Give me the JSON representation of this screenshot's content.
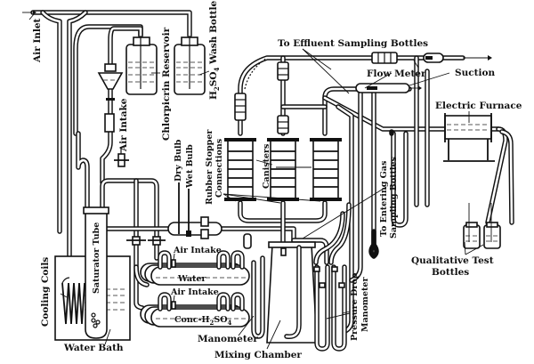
{
  "figure": {
    "type": "apparatus-diagram",
    "labels": {
      "air_inlet": "Air Inlet",
      "chlorpicrin_reservoir": "Chlorpicrin Reservoir",
      "wash_bottle_prefix": "H",
      "wash_bottle_sub1": "2",
      "wash_bottle_mid": "SO",
      "wash_bottle_sub2": "4",
      "wash_bottle_suffix": " Wash Bottle",
      "air_intake_top": "Air Intake",
      "dry_bulb": "Dry Bulb",
      "wet_bulb": "Wet Bulb",
      "rubber_stopper_1": "Rubber Stopper",
      "rubber_stopper_2": "Connections",
      "canisters": "Canisters",
      "effluent": "To Effluent Sampling Bottles",
      "flow_meter": "Flow Meter",
      "suction": "Suction",
      "electric_furnace": "Electric Furnace",
      "entering_gas_1": "To Entering Gas",
      "entering_gas_2": "Sampling Bottles",
      "qualitative_1": "Qualitative Test",
      "qualitative_2": "Bottles",
      "pressure_drop_1": "Pressure Drop",
      "pressure_drop_2": "Manometer",
      "cooling_coils": "Cooling Coils",
      "saturator_tube": "Saturator Tube",
      "water_bath": "Water Bath",
      "air_intake_1": "Air Intake",
      "water": "Water",
      "air_intake_2": "Air Intake",
      "conc_prefix": "Conc-H",
      "conc_sub1": "2",
      "conc_mid": "SO",
      "conc_sub2": "4",
      "manometer": "Manometer",
      "mixing_chamber": "Mixing Chamber"
    }
  }
}
